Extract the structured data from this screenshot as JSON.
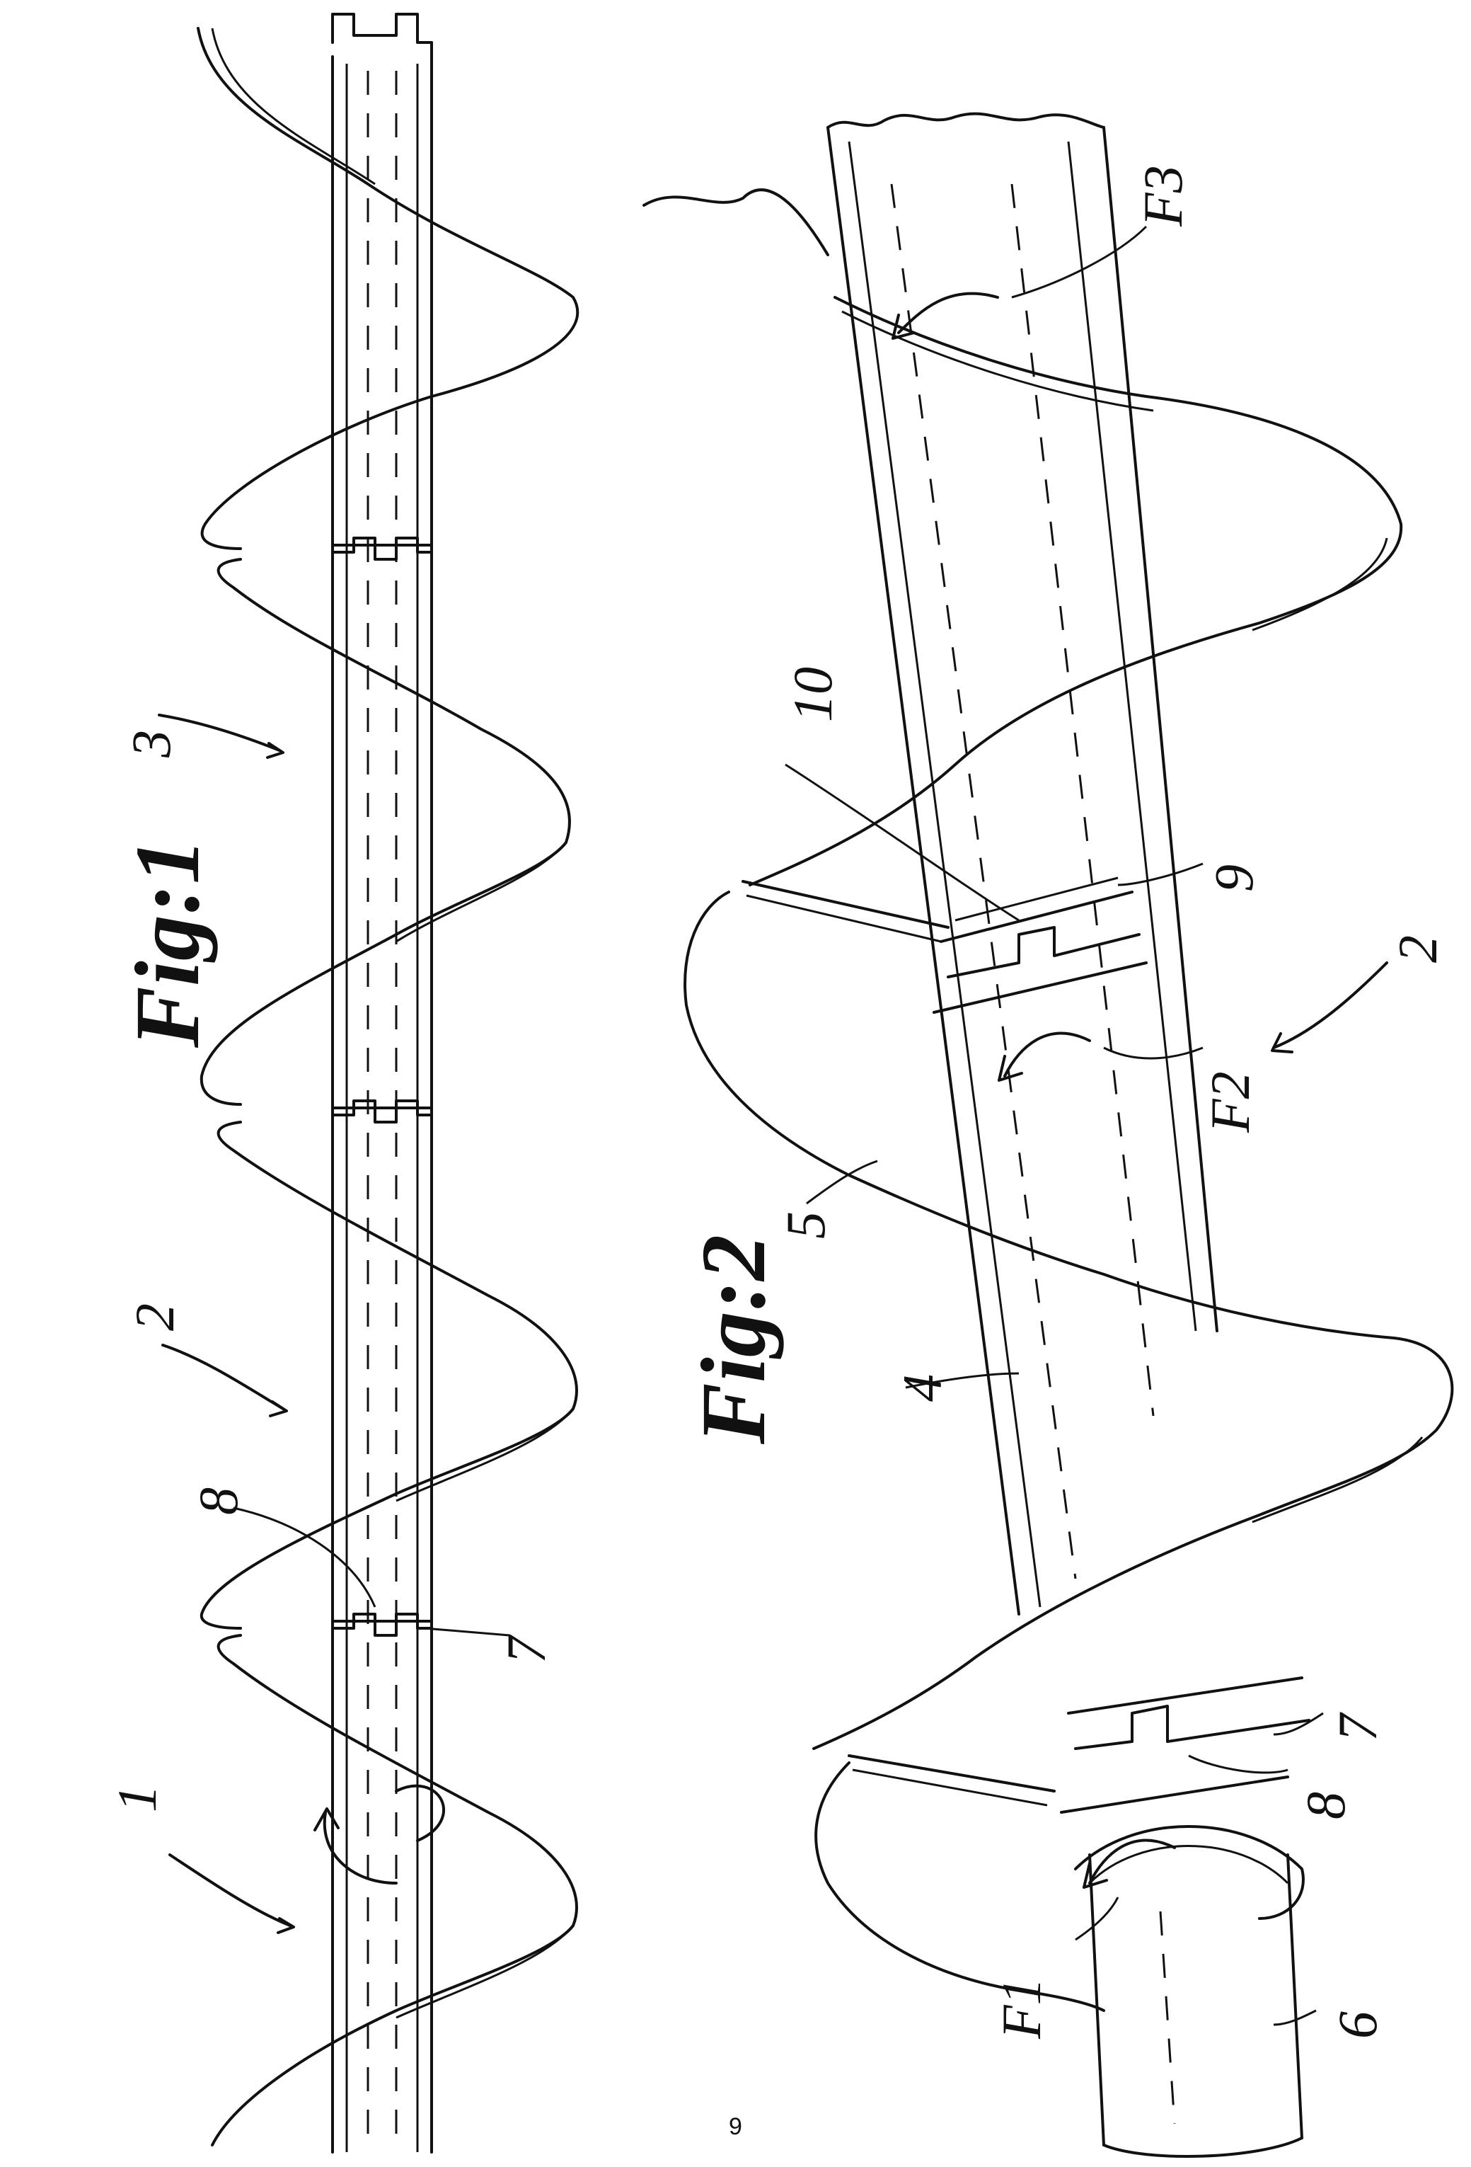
{
  "figures": [
    {
      "caption": "Fig:1",
      "labels": [
        "1",
        "2",
        "3",
        "7",
        "8"
      ]
    },
    {
      "caption": "Fig:2",
      "labels": [
        "2",
        "4",
        "5",
        "6",
        "7",
        "8",
        "9",
        "10",
        "F1",
        "F2",
        "F3"
      ]
    }
  ],
  "page_number": "9"
}
